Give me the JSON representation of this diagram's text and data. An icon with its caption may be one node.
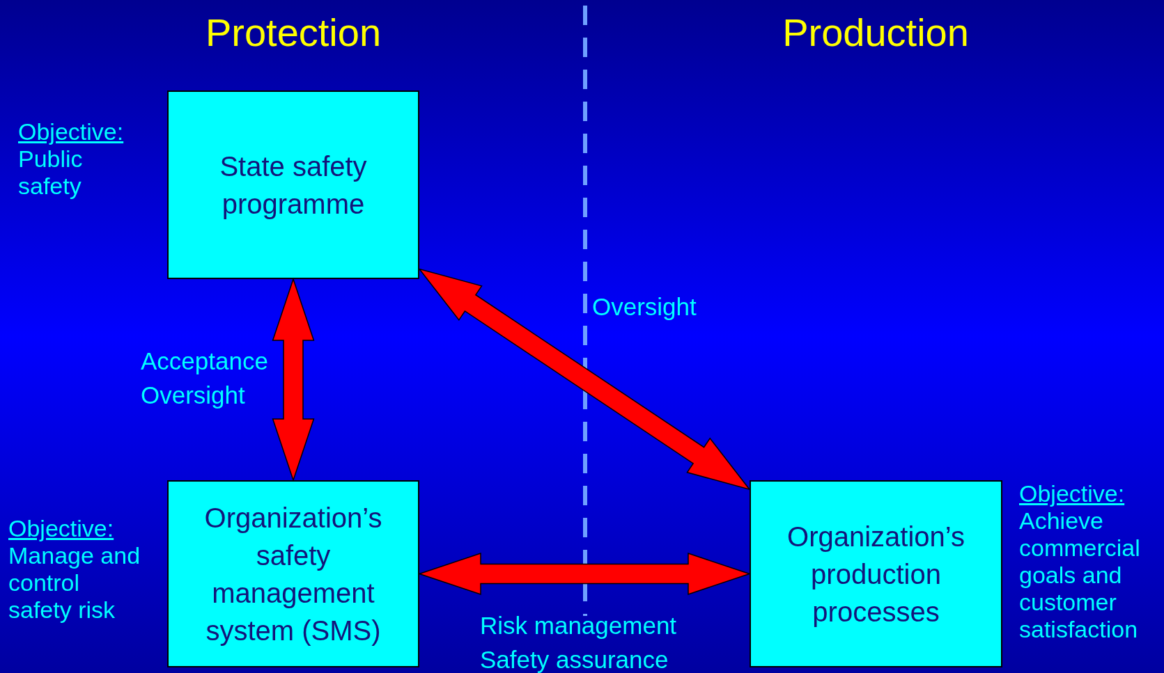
{
  "diagram": {
    "nodes": [
      {
        "text": [
          "State safety programme"
        ],
        "beside": [
          "Objective:",
          "Public safety"
        ]
      },
      {
        "text": [
          "Organization’s safety management system (SMS)"
        ],
        "beside": [
          "Objective:",
          "Manage and control safety risk"
        ]
      },
      {
        "text": [
          "Organization’s production processes"
        ],
        "beside": [
          "Objective:",
          "Achieve commercial goals and customer satisfaction"
        ]
      }
    ],
    "edges": [
      {
        "from": 0,
        "to": 1,
        "arrow": "both",
        "label": "Acceptance Oversight"
      },
      {
        "from": 0,
        "to": 2,
        "arrow": "both",
        "label": "Oversight"
      },
      {
        "from": 1,
        "to": 2,
        "arrow": "both",
        "label": "Risk management Safety assurance"
      }
    ],
    "labels": [
      "Protection",
      "Production"
    ]
  }
}
